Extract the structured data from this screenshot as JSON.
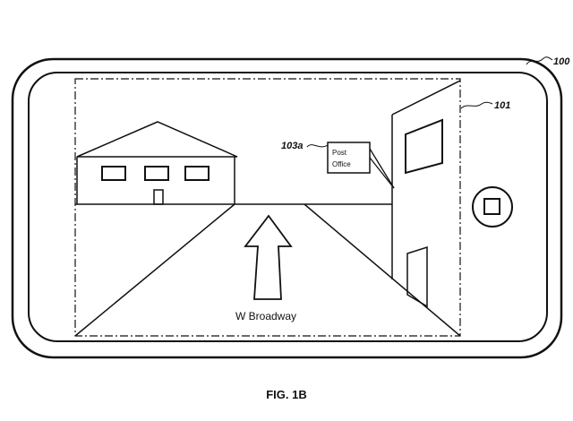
{
  "labels": {
    "device_ref": "100",
    "screen_ref": "101",
    "poi_ref": "103a"
  },
  "poi_label": {
    "line1": "Post",
    "line2": "Office"
  },
  "street_name": "W Broadway",
  "caption": "FIG. 1B",
  "icons": {
    "direction": "up-arrow-icon",
    "home_button": "home-button-icon"
  },
  "colors": {
    "stroke": "#111111",
    "background": "#ffffff"
  }
}
